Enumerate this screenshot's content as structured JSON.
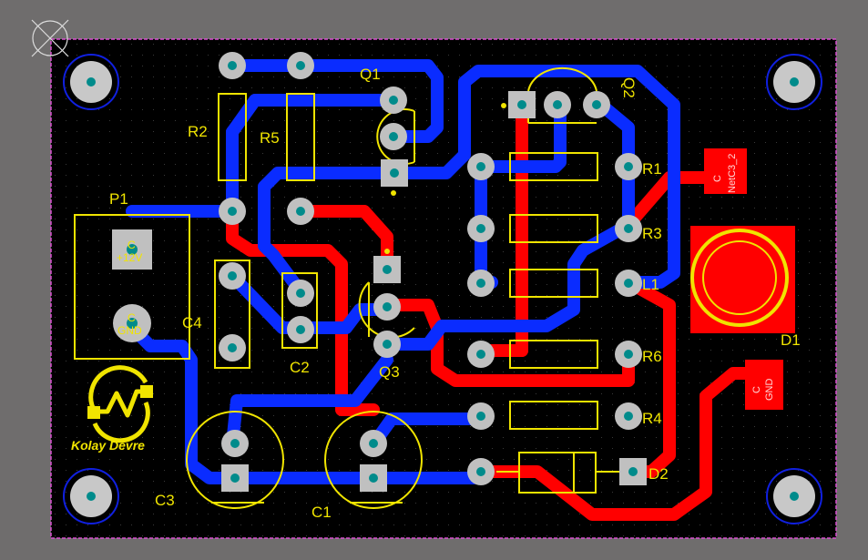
{
  "colors": {
    "background": "#6f6d6d",
    "board": "#000000",
    "outline": "#d94fd0",
    "top_copper": "#ff0000",
    "bottom_copper": "#0a2cff",
    "silkscreen": "#f0e400",
    "pad": "#c0c0c0",
    "hole": "#008b8b"
  },
  "components": {
    "r2": "R2",
    "r5": "R5",
    "q1": "Q1",
    "q2": "Q2",
    "r1": "R1",
    "r3": "R3",
    "l1": "L1",
    "r6": "R6",
    "r4": "R4",
    "d2": "D2",
    "d1": "D1",
    "p1": "P1",
    "c4": "C4",
    "c2": "C2",
    "q3": "Q3",
    "c3": "C3",
    "c1": "C1"
  },
  "net_labels": {
    "p1_pin1_a": "C",
    "p1_pin1_b": "+12V",
    "p1_pin2_a": "C",
    "p1_pin2_b": "GND",
    "net_c3_a": "C",
    "net_c3_b": "NetC3_2",
    "gnd_pad_a": "C",
    "gnd_pad_b": "GND"
  },
  "logo": {
    "text": "Kolay Devre"
  },
  "icons": {
    "origin_marker": "origin-crosshair-icon",
    "mounting_hole": "mounting-hole-icon",
    "logo": "kolay-devre-logo-icon"
  }
}
